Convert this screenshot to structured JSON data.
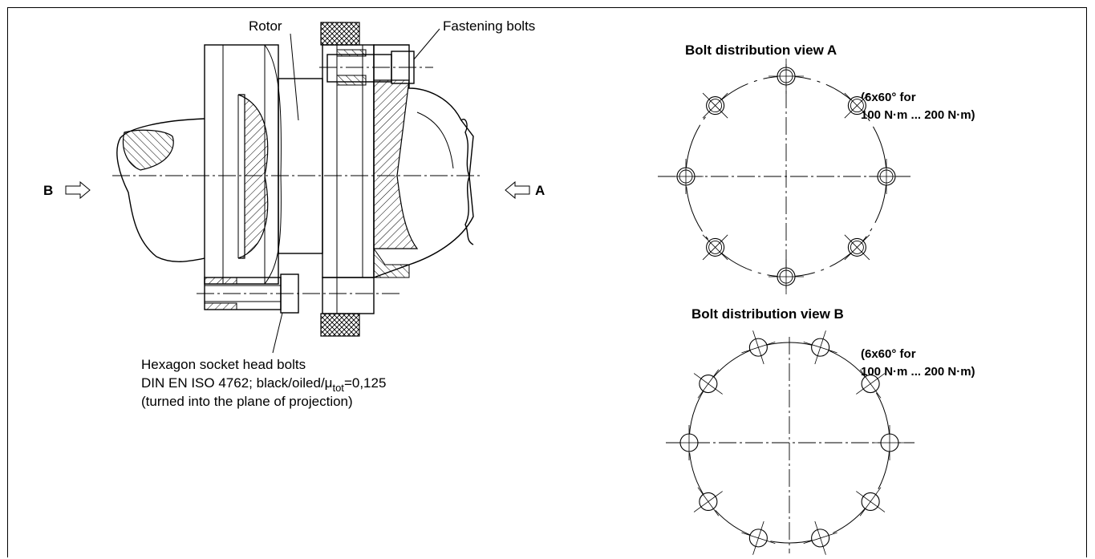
{
  "labels": {
    "rotor": "Rotor",
    "fastening_bolts": "Fastening bolts",
    "view_b_arrow": "B",
    "view_a_arrow": "A",
    "hex_line1": "Hexagon socket head bolts",
    "hex_line2_pre": "DIN EN ISO 4762; black/oiled/",
    "hex_mu": "μ",
    "hex_sub": "tot",
    "hex_line2_post": "=0,125",
    "hex_line3": "(turned into the plane of projection)"
  },
  "view_a": {
    "title": "Bolt distribution view A",
    "note_line1": "(6x60° for",
    "note_line2": "100 N·m ... 200 N·m)"
  },
  "view_b": {
    "title": "Bolt distribution view B",
    "note_line1": "(6x60° for",
    "note_line2": "100 N·m ... 200 N·m)"
  }
}
